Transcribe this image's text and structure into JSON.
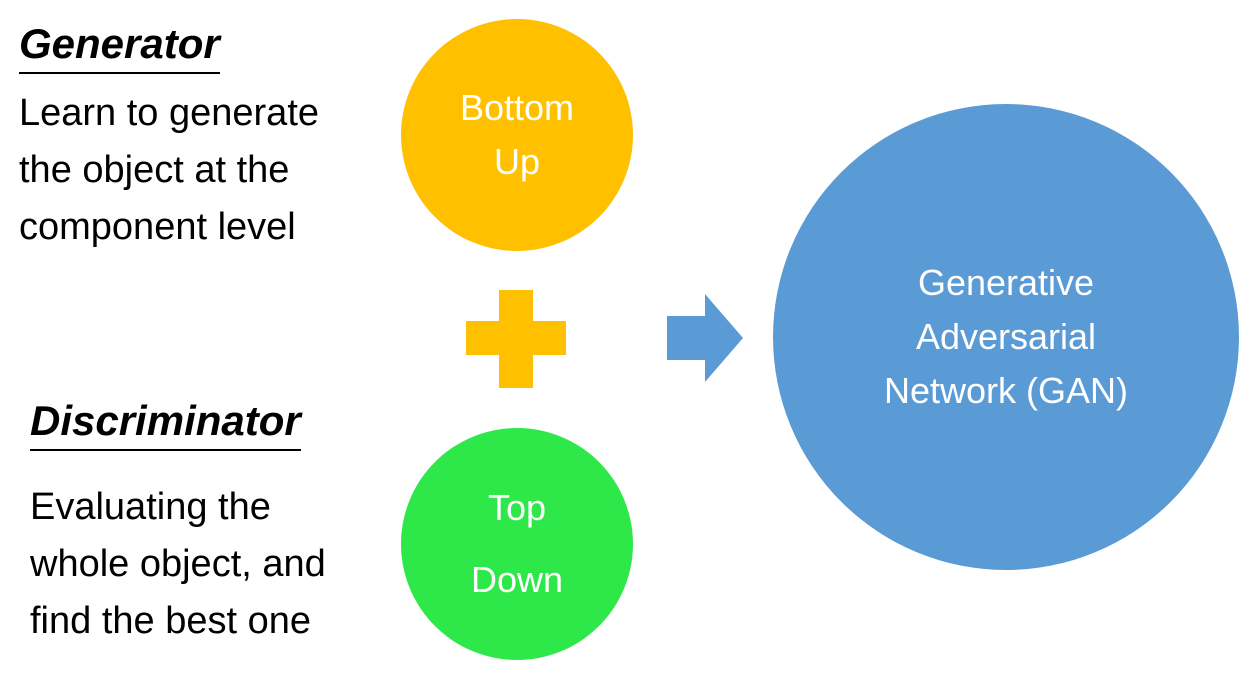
{
  "generator": {
    "heading": "Generator",
    "lines": [
      "Learn to generate",
      "the object at the",
      "component level"
    ]
  },
  "discriminator": {
    "heading": "Discriminator",
    "lines": [
      "Evaluating the",
      "whole object, and",
      "find the best one"
    ]
  },
  "bottom_up": {
    "lines": [
      "Bottom",
      "Up"
    ],
    "color": "#ffc000"
  },
  "top_down": {
    "lines": [
      "Top",
      "Down"
    ],
    "color": "#2ee84a"
  },
  "gan": {
    "lines": [
      "Generative",
      "Adversarial",
      "Network (GAN)"
    ],
    "color": "#5b9bd5"
  },
  "plus_color": "#ffc000",
  "arrow_color": "#5b9bd5"
}
